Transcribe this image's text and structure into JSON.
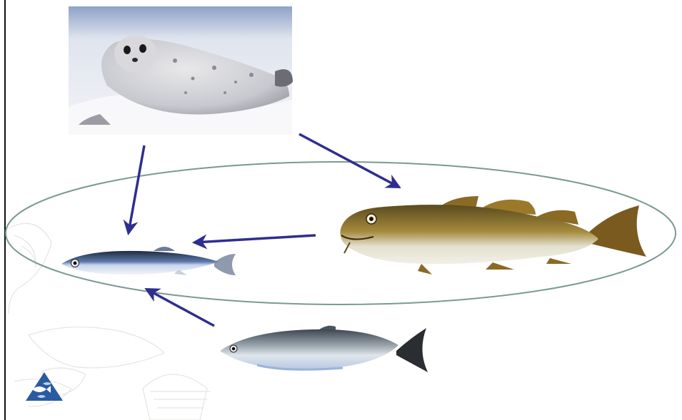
{
  "colors": {
    "arrow": "#2e2e8f",
    "ellipse": "#7a9a8f",
    "logo": "#2a5aa0",
    "background": "#ffffff"
  },
  "nodes": [
    {
      "id": "seal",
      "icon": "harp-seal-photo"
    },
    {
      "id": "cod",
      "icon": "atlantic-cod-photo"
    },
    {
      "id": "capelin",
      "icon": "capelin-photo"
    },
    {
      "id": "herring",
      "icon": "herring-photo"
    }
  ],
  "edges": [
    {
      "from": "seal",
      "to": "capelin"
    },
    {
      "from": "seal",
      "to": "cod"
    },
    {
      "from": "cod",
      "to": "capelin"
    },
    {
      "from": "herring",
      "to": "capelin"
    }
  ],
  "groups": [
    {
      "name": "cod-capelin-group",
      "members": [
        "cod",
        "capelin"
      ],
      "shape": "ellipse"
    }
  ],
  "decorations": [
    "faded-marine-life-watermark",
    "triangle-fish-logo"
  ]
}
